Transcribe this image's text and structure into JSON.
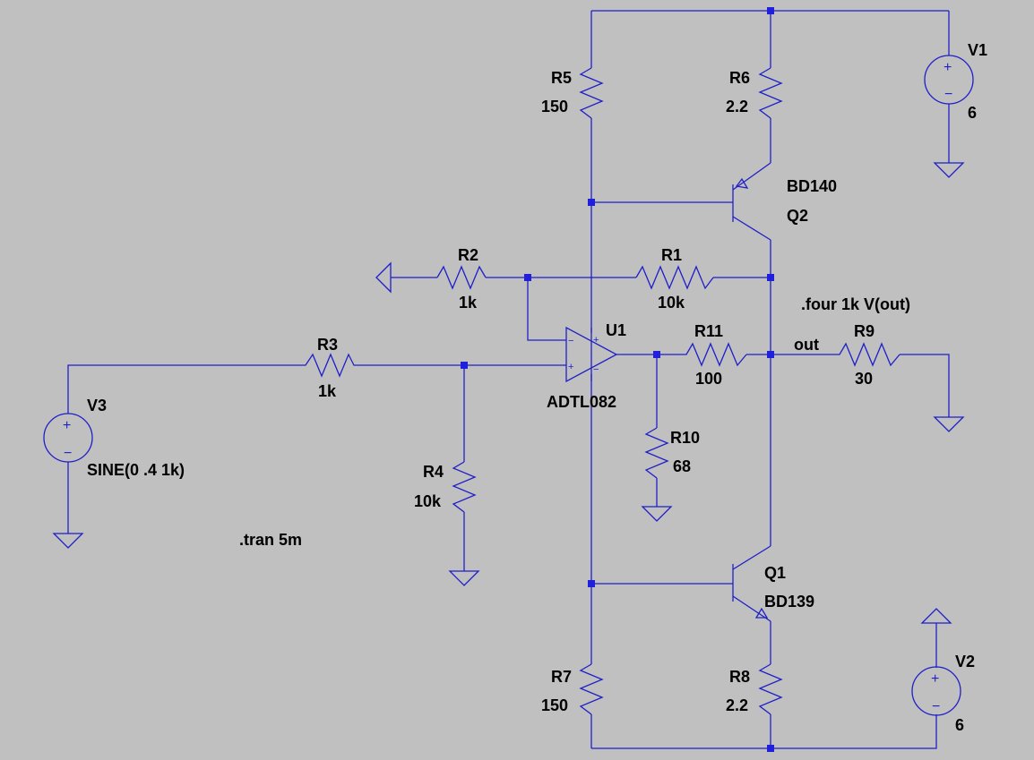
{
  "components": {
    "r1": {
      "name": "R1",
      "value": "10k"
    },
    "r2": {
      "name": "R2",
      "value": "1k"
    },
    "r3": {
      "name": "R3",
      "value": "1k"
    },
    "r4": {
      "name": "R4",
      "value": "10k"
    },
    "r5": {
      "name": "R5",
      "value": "150"
    },
    "r6": {
      "name": "R6",
      "value": "2.2"
    },
    "r7": {
      "name": "R7",
      "value": "150"
    },
    "r8": {
      "name": "R8",
      "value": "2.2"
    },
    "r9": {
      "name": "R9",
      "value": "30"
    },
    "r10": {
      "name": "R10",
      "value": "68"
    },
    "r11": {
      "name": "R11",
      "value": "100"
    },
    "q1": {
      "name": "Q1",
      "model": "BD139"
    },
    "q2": {
      "name": "Q2",
      "model": "BD140"
    },
    "u1": {
      "name": "U1",
      "model": "ADTL082"
    },
    "v1": {
      "name": "V1",
      "value": "6"
    },
    "v2": {
      "name": "V2",
      "value": "6"
    },
    "v3": {
      "name": "V3",
      "value": "SINE(0 .4 1k)"
    }
  },
  "net_labels": {
    "out": "out"
  },
  "directives": {
    "tran": ".tran 5m",
    "four": ".four 1k V(out)"
  },
  "symbols": {
    "plus": "+",
    "minus": "−"
  },
  "colors": {
    "background": "#c0c0c0",
    "wire": "#1f1fc8",
    "junction": "#1f1fdc",
    "text": "#000000"
  }
}
